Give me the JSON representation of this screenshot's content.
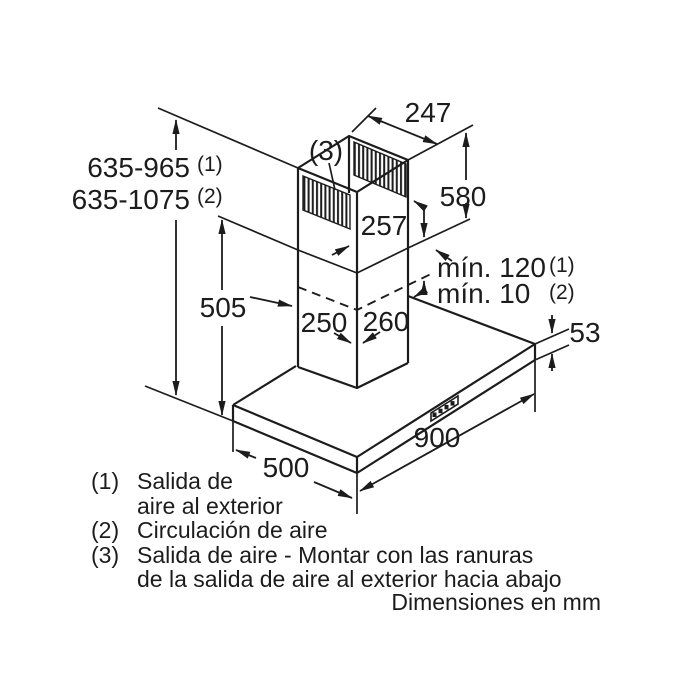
{
  "dims": {
    "top_depth": "247",
    "upper_chimney": "580",
    "outlet_zone": "257",
    "height_mode1": "635-965",
    "height_mode1_ref": "(1)",
    "height_mode2": "635-1075",
    "height_mode2_ref": "(2)",
    "lower_section": "505",
    "chimney_width": "250",
    "chimney_depth": "260",
    "clearance_mode1": "mín. 120",
    "clearance_mode1_ref": "(1)",
    "clearance_mode2": "mín. 10",
    "clearance_mode2_ref": "(2)",
    "canopy_thickness": "53",
    "canopy_width": "900",
    "canopy_depth": "500",
    "outlet_ref": "(3)"
  },
  "legend": {
    "item1_ref": "(1)",
    "item1_line1": "Salida de",
    "item1_line2": "aire al exterior",
    "item2_ref": "(2)",
    "item2_text": "Circulación de aire",
    "item3_ref": "(3)",
    "item3_line1": "Salida de aire - Montar con las ranuras",
    "item3_line2": "de la salida de aire al exterior hacia abajo",
    "units": "Dimensiones en mm"
  },
  "colors": {
    "line": "#1c1c1c",
    "background": "#ffffff"
  }
}
